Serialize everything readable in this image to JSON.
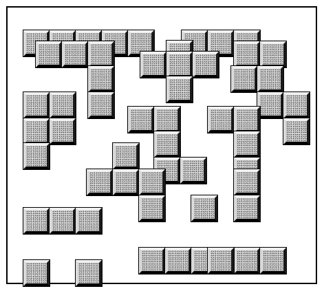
{
  "pieces": [
    {
      "name": "i-pentomino-top-left",
      "cells": [
        [
          0,
          0
        ],
        [
          1,
          0
        ],
        [
          2,
          0
        ],
        [
          3,
          0
        ],
        [
          4,
          0
        ]
      ]
    },
    {
      "name": "n-pentomino-top-right",
      "cells": [
        [
          7,
          0
        ],
        [
          8,
          0
        ],
        [
          9,
          0
        ],
        [
          9,
          1
        ],
        [
          10,
          1
        ]
      ]
    },
    {
      "name": "x-pentomino-top-center",
      "cells": [
        [
          6,
          0
        ],
        [
          5,
          1
        ],
        [
          6,
          1
        ],
        [
          7,
          1
        ],
        [
          6,
          2
        ]
      ]
    },
    {
      "name": "v-pentomino-left",
      "cells": [
        [
          0,
          1
        ],
        [
          1,
          1
        ],
        [
          2,
          1
        ],
        [
          2,
          2
        ],
        [
          2,
          3
        ]
      ]
    },
    {
      "name": "w-pentomino-right",
      "cells": [
        [
          8,
          2
        ],
        [
          9,
          2
        ],
        [
          9,
          3
        ],
        [
          10,
          3
        ],
        [
          10,
          4
        ]
      ]
    },
    {
      "name": "p-pentomino-left",
      "cells": [
        [
          0,
          3
        ],
        [
          1,
          3
        ],
        [
          0,
          4
        ],
        [
          1,
          4
        ],
        [
          0,
          5
        ]
      ]
    },
    {
      "name": "u-pentomino-center",
      "cells": [
        [
          4,
          4
        ],
        [
          5,
          4
        ],
        [
          5,
          5
        ],
        [
          5,
          6
        ],
        [
          6,
          6
        ]
      ]
    },
    {
      "name": "l-pentomino-center-right",
      "cells": [
        [
          7,
          4
        ],
        [
          8,
          4
        ],
        [
          8,
          5
        ],
        [
          8,
          6
        ],
        [
          8,
          7
        ]
      ]
    },
    {
      "name": "f-pentomino-center-left",
      "cells": [
        [
          3,
          5
        ],
        [
          2,
          6
        ],
        [
          3,
          6
        ],
        [
          4,
          6
        ],
        [
          4,
          7
        ]
      ]
    },
    {
      "name": "u-pentomino-bottom-left",
      "cells": [
        [
          0,
          7
        ],
        [
          1,
          7
        ],
        [
          2,
          7
        ],
        [
          0,
          8
        ],
        [
          2,
          8
        ]
      ]
    },
    {
      "name": "y-pentomino-bottom-center",
      "cells": [
        [
          6,
          7
        ],
        [
          4,
          8
        ],
        [
          5,
          8
        ],
        [
          6,
          8
        ],
        [
          7,
          8
        ]
      ]
    },
    {
      "name": "l-pentomino-bottom-right",
      "cells": [
        [
          9,
          6
        ],
        [
          9,
          7
        ],
        [
          9,
          8
        ],
        [
          8,
          8
        ],
        [
          10,
          8
        ]
      ]
    }
  ]
}
